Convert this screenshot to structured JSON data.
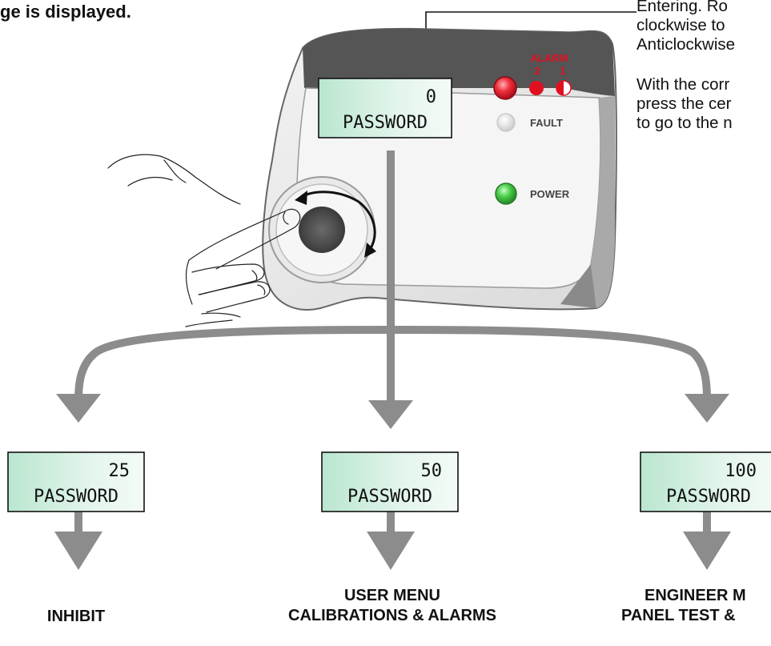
{
  "header": {
    "text": "ge is displayed."
  },
  "instructions": {
    "line1": "Entering. Ro",
    "line2": "clockwise to",
    "line3": "Anticlockwise",
    "line4": "With the corr",
    "line5": "press the cer",
    "line6": "to go to the n"
  },
  "device": {
    "display_value": "0",
    "display_label": "PASSWORD",
    "alarm_label": "ALARM",
    "alarm_2": "2",
    "alarm_1": "1",
    "fault_label": "FAULT",
    "power_label": "POWER",
    "colors": {
      "alarm_red": "#e01020",
      "power_green": "#3fbf3f",
      "fault_grey": "#dddddd",
      "panel_dark": "#555555",
      "lcd_green": "#cfeee0"
    }
  },
  "branches": [
    {
      "value": "25",
      "password_label": "PASSWORD",
      "menu_line1": "INHIBIT",
      "menu_line2": ""
    },
    {
      "value": "50",
      "password_label": "PASSWORD",
      "menu_line1": "USER MENU",
      "menu_line2": "CALIBRATIONS & ALARMS"
    },
    {
      "value": "100",
      "password_label": "PASSWORD",
      "menu_line1": "ENGINEER M",
      "menu_line2": "PANEL TEST &"
    }
  ],
  "icons": [
    "rotary-knob-icon",
    "hand-icon",
    "rotate-arrow-icon",
    "flow-arrow-icon"
  ]
}
